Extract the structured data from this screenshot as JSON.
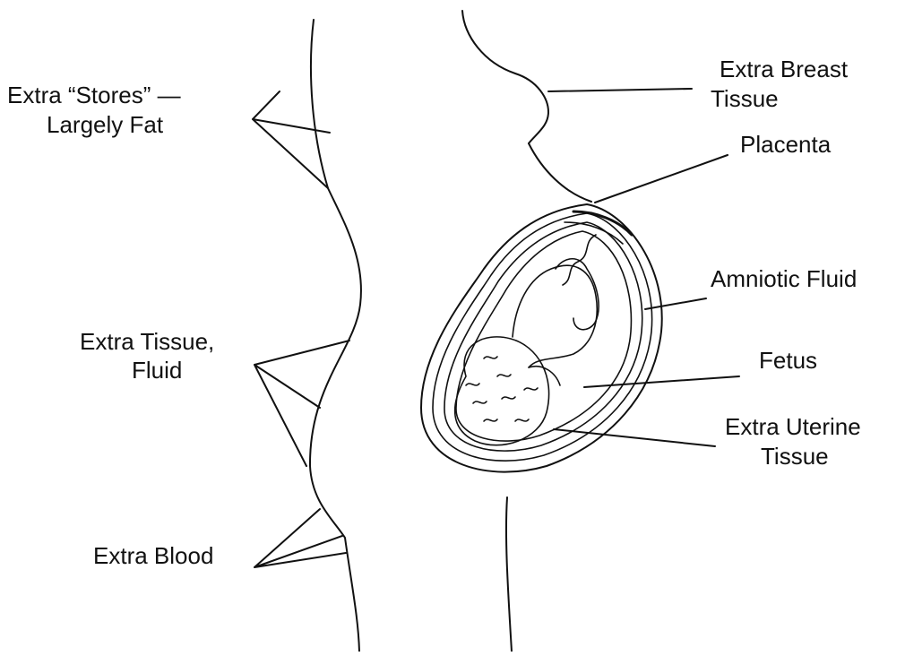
{
  "labels": {
    "extra_stores_line1": "Extra “Stores” —",
    "extra_stores_line2": "Largely Fat",
    "extra_tissue_fluid_line1": "Extra Tissue,",
    "extra_tissue_fluid_line2": "Fluid",
    "extra_blood": "Extra Blood",
    "extra_breast_tissue_line1": "Extra Breast",
    "extra_breast_tissue_line2": "Tissue",
    "placenta": "Placenta",
    "amniotic_fluid": "Amniotic Fluid",
    "fetus": "Fetus",
    "extra_uterine_tissue_line1": "Extra Uterine",
    "extra_uterine_tissue_line2": "Tissue"
  },
  "colors": {
    "ink": "#111111",
    "background": "#ffffff"
  }
}
